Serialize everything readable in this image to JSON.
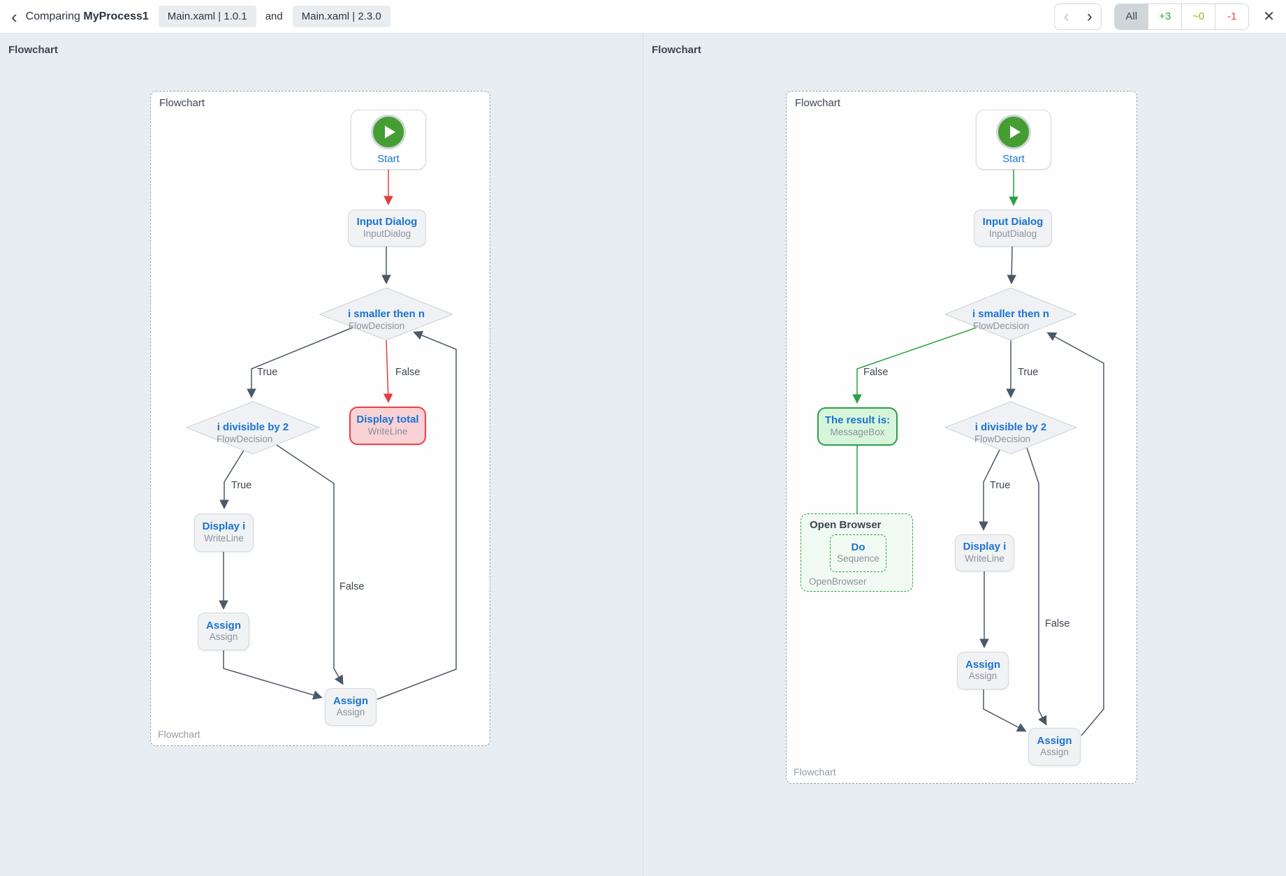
{
  "icons": {
    "back": "‹",
    "prev": "‹",
    "next": "›",
    "close": "✕"
  },
  "header": {
    "title_prefix": "Comparing ",
    "process_name": "MyProcess1",
    "file_left": "Main.xaml | 1.0.1",
    "conjunction": "and",
    "file_right": "Main.xaml | 2.3.0",
    "filters": {
      "all": "All",
      "added": "+3",
      "modified": "~0",
      "removed": "-1"
    }
  },
  "colors": {
    "added": "#2aa043",
    "modified": "#b0b400",
    "removed": "#e04343",
    "accent_blue": "#1a73d2"
  },
  "left": {
    "heading": "Flowchart",
    "frame_label": "Flowchart",
    "frame_label_bottom": "Flowchart",
    "start": "Start",
    "input_dialog": {
      "title": "Input Dialog",
      "subtitle": "InputDialog"
    },
    "decision1": {
      "title": "i smaller then n",
      "subtitle": "FlowDecision"
    },
    "decision2": {
      "title": "i divisible by 2",
      "subtitle": "FlowDecision"
    },
    "display_total": {
      "title": "Display total",
      "subtitle": "WriteLine"
    },
    "display_i": {
      "title": "Display i",
      "subtitle": "WriteLine"
    },
    "assign1": {
      "title": "Assign",
      "subtitle": "Assign"
    },
    "assign2": {
      "title": "Assign",
      "subtitle": "Assign"
    },
    "labels": {
      "d1_true": "True",
      "d1_false": "False",
      "d2_true": "True",
      "d2_false": "False"
    }
  },
  "right": {
    "heading": "Flowchart",
    "frame_label": "Flowchart",
    "frame_label_bottom": "Flowchart",
    "start": "Start",
    "input_dialog": {
      "title": "Input Dialog",
      "subtitle": "InputDialog"
    },
    "decision1": {
      "title": "i smaller then n",
      "subtitle": "FlowDecision"
    },
    "decision2": {
      "title": "i divisible by 2",
      "subtitle": "FlowDecision"
    },
    "message_box": {
      "title": "The result is:",
      "subtitle": "MessageBox"
    },
    "open_browser": {
      "title": "Open Browser",
      "footer": "OpenBrowser",
      "do": {
        "title": "Do",
        "subtitle": "Sequence"
      }
    },
    "display_i": {
      "title": "Display i",
      "subtitle": "WriteLine"
    },
    "assign1": {
      "title": "Assign",
      "subtitle": "Assign"
    },
    "assign2": {
      "title": "Assign",
      "subtitle": "Assign"
    },
    "labels": {
      "d1_true": "True",
      "d1_false": "False",
      "d2_true": "True",
      "d2_false": "False"
    }
  }
}
